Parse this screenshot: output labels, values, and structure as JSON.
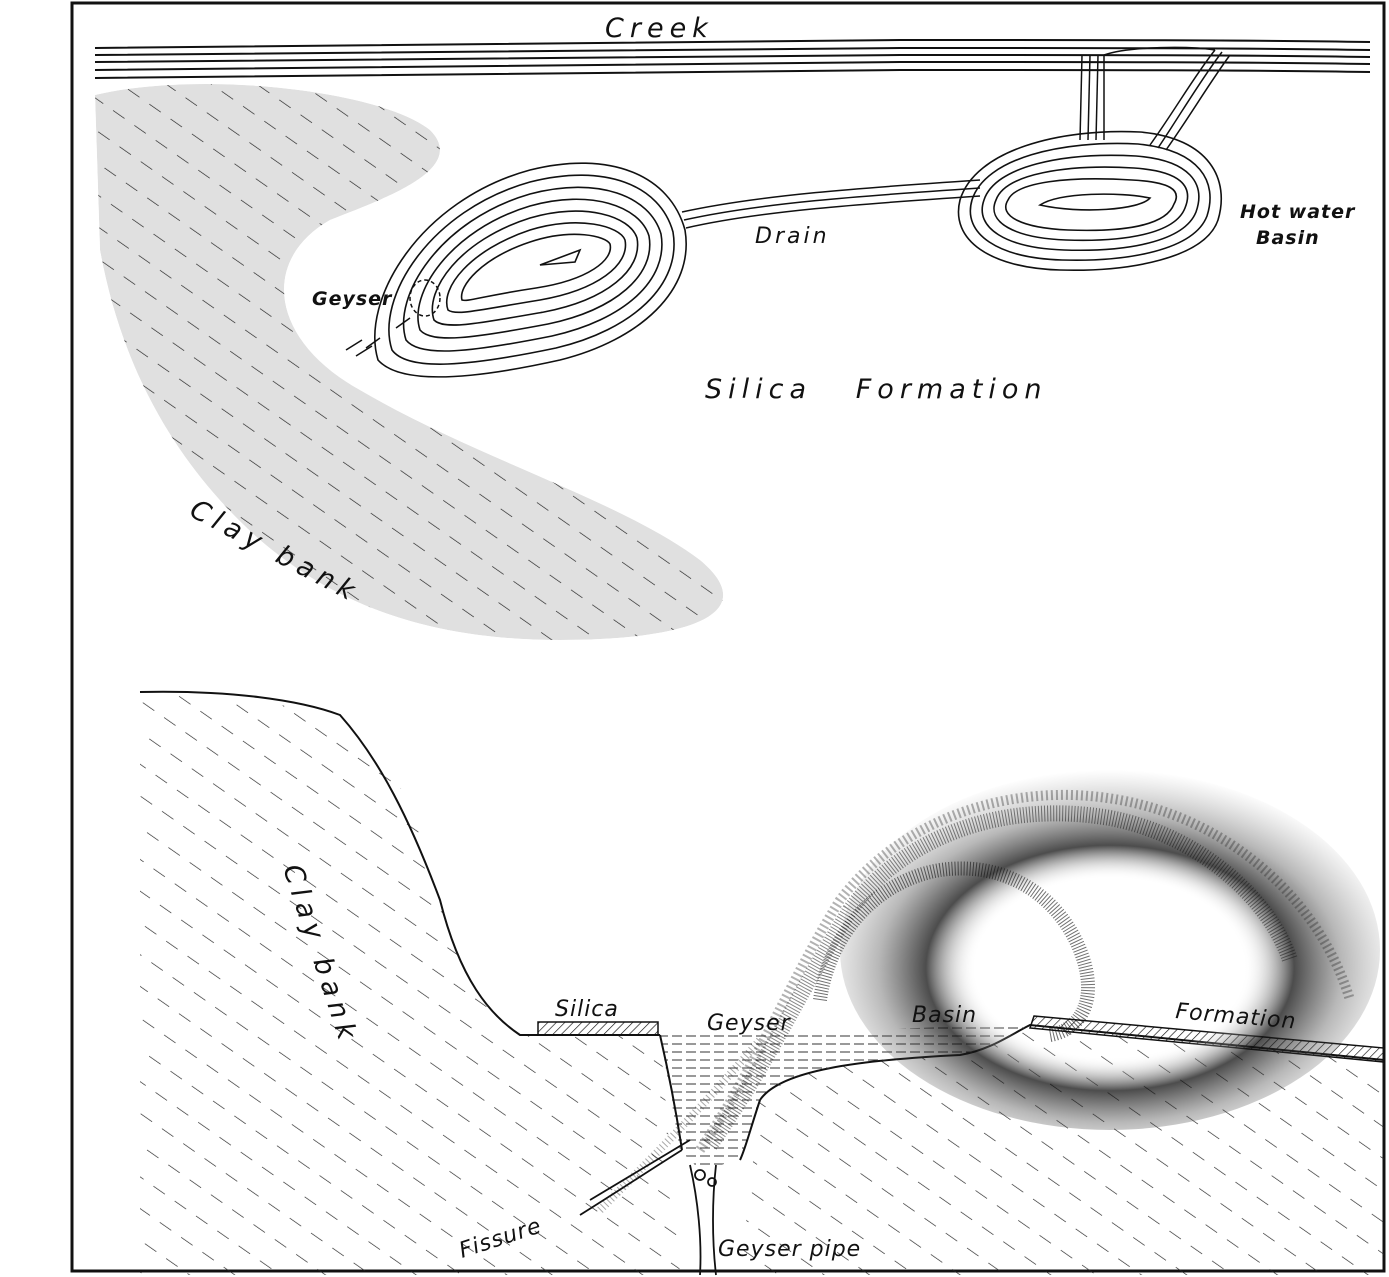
{
  "plan": {
    "labels": {
      "creek": "Creek",
      "drain": "Drain",
      "hot_water_basin_line1": "Hot water",
      "hot_water_basin_line2": "Basin",
      "geyser": "Geyser",
      "silica_formation": "Silica   Formation",
      "clay_bank": "Clay bank"
    }
  },
  "section": {
    "labels": {
      "clay_bank": "Clay bank",
      "silica": "Silica",
      "geyser": "Geyser",
      "basin": "Basin",
      "formation": "Formation",
      "fissure": "Fissure",
      "geyser_pipe": "Geyser pipe"
    }
  }
}
